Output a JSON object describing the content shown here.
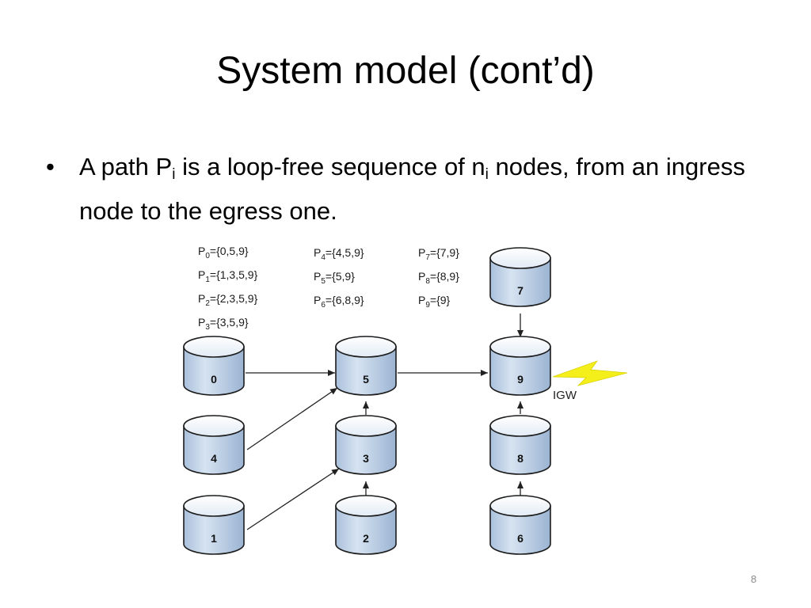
{
  "slide": {
    "title": "System model (cont’d)",
    "page_number": "8"
  },
  "bullet": {
    "part1": "A path P",
    "sub1": "i",
    "part2": " is a loop-free sequence of n",
    "sub2": "i",
    "part3": " nodes, from an ingress node to the egress one."
  },
  "diagram": {
    "paths": [
      {
        "p": "P",
        "sub": "0",
        "set": "={0,5,9}"
      },
      {
        "p": "P",
        "sub": "1",
        "set": "={1,3,5,9}"
      },
      {
        "p": "P",
        "sub": "2",
        "set": "={2,3,5,9}"
      },
      {
        "p": "P",
        "sub": "3",
        "set": "={3,5,9}"
      },
      {
        "p": "P",
        "sub": "4",
        "set": "={4,5,9}"
      },
      {
        "p": "P",
        "sub": "5",
        "set": "={5,9}"
      },
      {
        "p": "P",
        "sub": "6",
        "set": "={6,8,9}"
      },
      {
        "p": "P",
        "sub": "7",
        "set": "={7,9}"
      },
      {
        "p": "P",
        "sub": "8",
        "set": "={8,9}"
      },
      {
        "p": "P",
        "sub": "9",
        "set": "={9}"
      }
    ],
    "nodes": [
      "0",
      "1",
      "2",
      "3",
      "4",
      "5",
      "6",
      "7",
      "8",
      "9"
    ],
    "gateway_label": "IGW",
    "colors": {
      "node_fill": "#c9d9ec",
      "node_top": "#f4f7fb",
      "edge": "#222222",
      "bolt": "#f4ee1a"
    }
  }
}
